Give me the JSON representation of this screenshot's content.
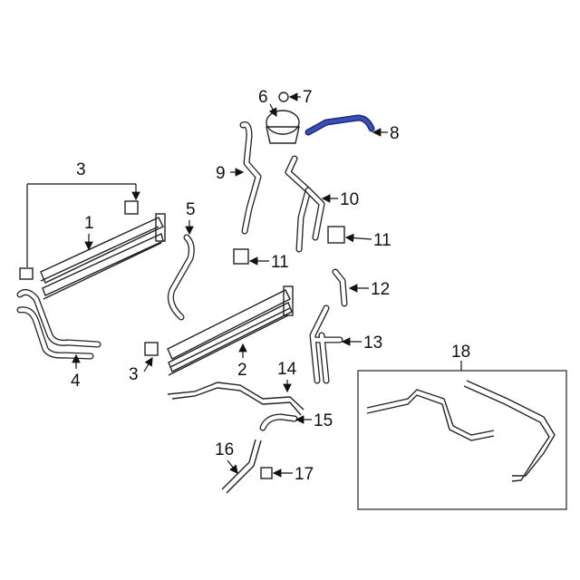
{
  "diagram": {
    "highlight_color": "#2b3a9a",
    "callouts": {
      "c1": "1",
      "c2": "2",
      "c3a": "3",
      "c3b": "3",
      "c4": "4",
      "c5": "5",
      "c6": "6",
      "c7": "7",
      "c8": "8",
      "c9": "9",
      "c10": "10",
      "c11a": "11",
      "c11b": "11",
      "c12": "12",
      "c13": "13",
      "c14": "14",
      "c15": "15",
      "c16": "16",
      "c17": "17",
      "c18": "18"
    }
  }
}
